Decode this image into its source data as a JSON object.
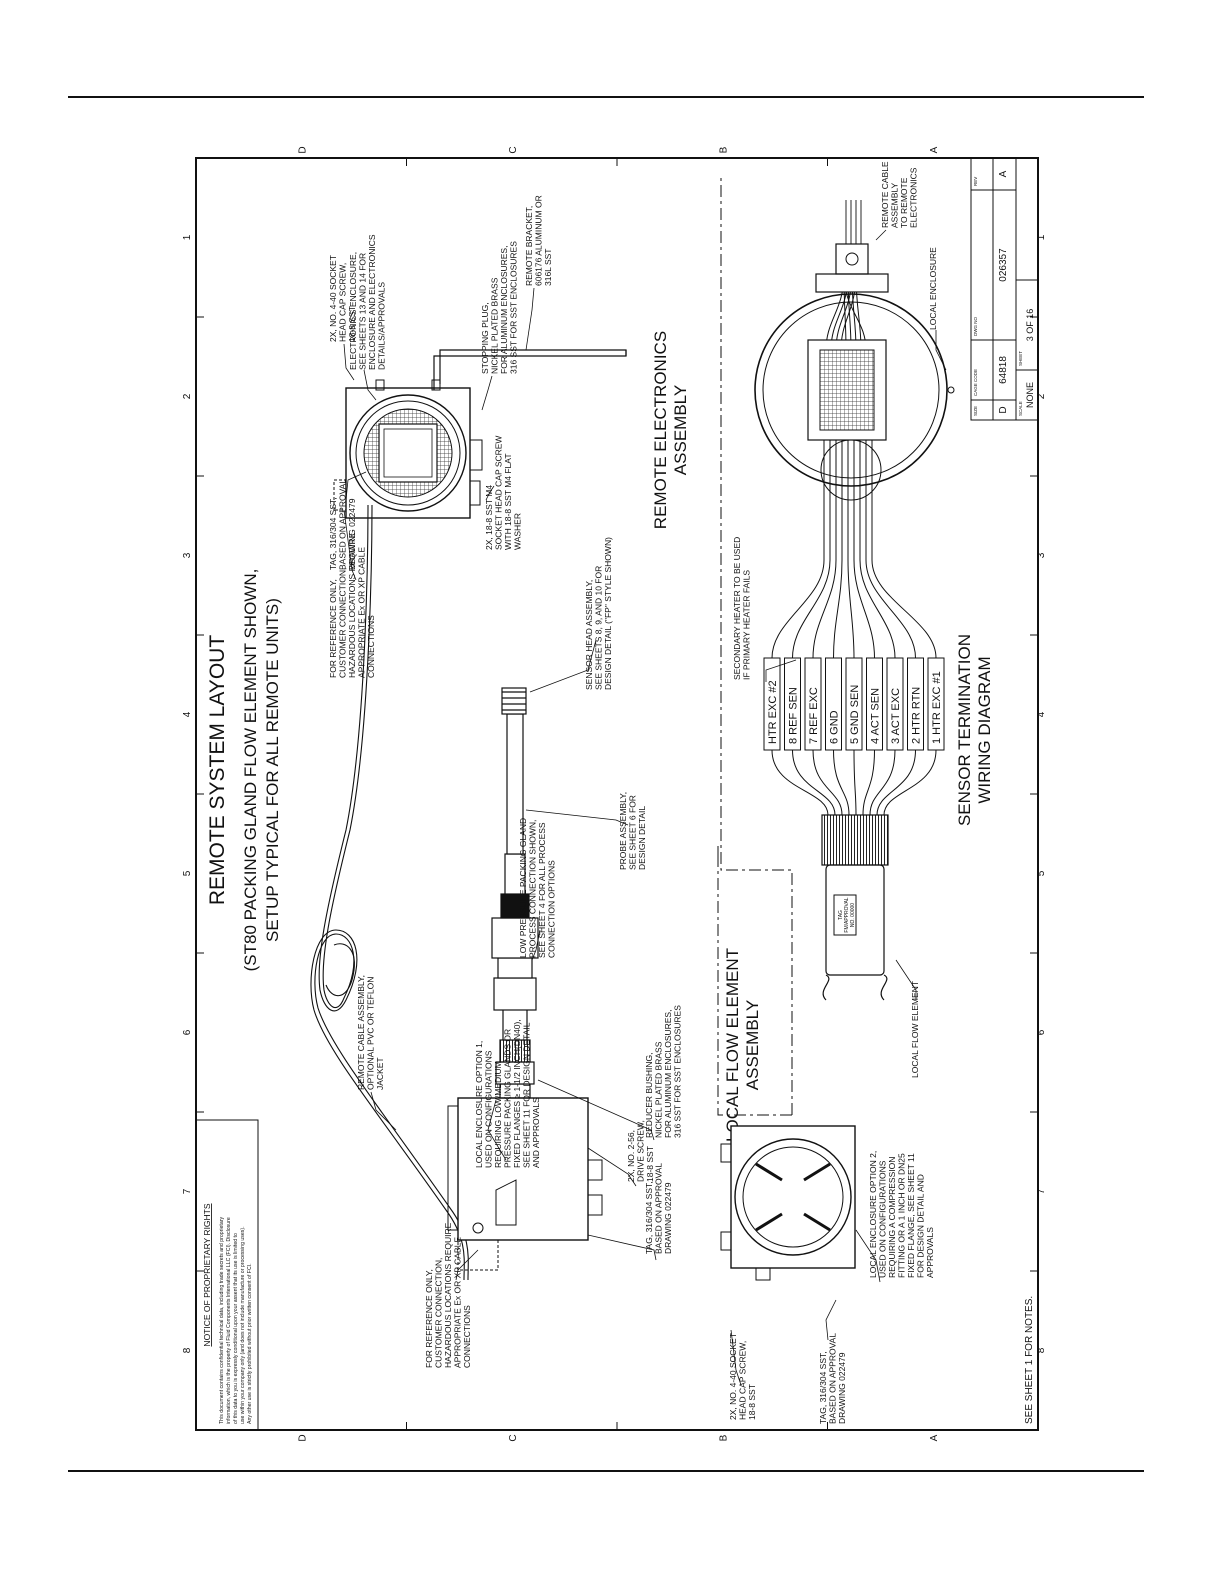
{
  "title": {
    "main": "REMOTE SYSTEM LAYOUT",
    "sub1": "(ST80 PACKING GLAND FLOW ELEMENT SHOWN,",
    "sub2": "SETUP TYPICAL FOR ALL REMOTE UNITS)"
  },
  "section_titles": {
    "remote_1": "REMOTE ELECTRONICS",
    "remote_2": "ASSEMBLY",
    "local_1": "LOCAL FLOW ELEMENT",
    "local_2": "ASSEMBLY",
    "wiring_1": "SENSOR TERMINATION",
    "wiring_2": "WIRING DIAGRAM"
  },
  "zones": {
    "columns": [
      "1",
      "2",
      "3",
      "4",
      "5",
      "6",
      "7",
      "8"
    ],
    "rows": [
      "D",
      "C",
      "B",
      "A"
    ]
  },
  "notice": {
    "title": "NOTICE OF PROPRIETARY RIGHTS",
    "lines": [
      "This document contains confidential technical data, including trade secrets and proprietary",
      "information, which is the property of Fluid Components International LLC (FCI). Disclosure",
      "of this data to you is expressly conditional upon your assent that its use is limited to",
      "use within your company only (and does not include manufacture or processing uses).",
      "Any other use is strictly prohibited without prior written consent of FCI."
    ]
  },
  "callouts": {
    "socket_screw_top": [
      "2X, NO. 4-40 SOCKET",
      "HEAD CAP SCREW,",
      "18-8 SST"
    ],
    "electronics_enclosure": [
      "ELECTRONICS ENCLOSURE,",
      "SEE SHEETS 13 AND 14 FOR",
      "ENCLOSURE AND ELECTRONICS",
      "DETAILS/APPROVALS"
    ],
    "remote_bracket": [
      "REMOTE BRACKET,",
      "606176 ALUMINUM OR",
      "316L SST"
    ],
    "tag_top": [
      "TAG, 316/304 SST,",
      "BASED ON APPROVAL",
      "DRAWING 022479"
    ],
    "stopping_plug": [
      "STOPPING PLUG,",
      "NICKEL PLATED BRASS",
      "FOR ALUMINUM ENCLOSURES,",
      "316 SST FOR SST ENCLOSURES"
    ],
    "m4_screw": [
      "2X, 18-8 SST M4",
      "SOCKET HEAD CAP SCREW",
      "WITH 18-8 SST M4 FLAT",
      "WASHER"
    ],
    "ref_top": [
      "FOR REFERENCE ONLY,",
      "CUSTOMER CONNECTION,",
      "HAZARDOUS LOCATIONS REQUIRE",
      "APPROPRIATE Ex OR XP CABLE",
      "CONNECTIONS"
    ],
    "sensor_head": [
      "SENSOR HEAD ASSEMBLY,",
      "SEE SHEETS 8, 9, AND 10 FOR",
      "DESIGN DETAIL (\"FP\" STYLE SHOWN)"
    ],
    "probe": [
      "PROBE ASSEMBLY,",
      "SEE SHEET 6 FOR",
      "DESIGN DETAIL"
    ],
    "packing_gland": [
      "LOW PRESSURE PACKING GLAND",
      "PROCESS CONNECTION SHOWN,",
      "SEE SHEET 4 FOR ALL PROCESS",
      "CONNECTION OPTIONS"
    ],
    "remote_cable": [
      "REMOTE CABLE ASSEMBLY,",
      "OPTIONAL PVC OR TEFLON",
      "JACKET"
    ],
    "local_opt1": [
      "LOCAL ENCLOSURE OPTION 1,",
      "USED ON CONFIGURATIONS",
      "REQUIRING LOW/MEDIUM",
      "PRESSURE PACKING GLANDS OR",
      "FIXED FLANGES ≥ 1-1/2 INCH(DN40),",
      "SEE SHEET 11 FOR DESIGN DETAIL",
      "AND APPROVALS"
    ],
    "reducer": [
      "REDUCER BUSHING,",
      "NICKEL PLATED BRASS",
      "FOR ALUMINUM ENCLOSURES,",
      "316 SST FOR SST ENCLOSURES"
    ],
    "drive_screw": [
      "2X, NO. 2-56,",
      "DRIVE SCREW,",
      "18-8 SST"
    ],
    "tag_mid": [
      "TAG, 316/304 SST,",
      "BASED ON APPROVAL",
      "DRAWING 022479"
    ],
    "ref_bottom": [
      "FOR REFERENCE ONLY,",
      "CUSTOMER CONNECTION,",
      "HAZARDOUS LOCATIONS REQUIRE",
      "APPROPRIATE Ex OR XP CABLE",
      "CONNECTIONS"
    ],
    "socket_screw_bottom": [
      "2X, NO. 4-40 SOCKET",
      "HEAD CAP SCREW,",
      "18-8 SST"
    ],
    "tag_bottom": [
      "TAG, 316/304 SST,",
      "BASED ON APPROVAL",
      "DRAWING 022479"
    ],
    "local_opt2": [
      "LOCAL ENCLOSURE OPTION 2,",
      "USED ON CONFIGURATIONS",
      "REQUIRING A COMPRESSION",
      "FITTING OR A 1 INCH OR DN25",
      "FIXED FLANGE, SEE SHEET 11",
      "FOR DESIGN DETAIL AND",
      "APPROVALS"
    ],
    "secondary_heater": [
      "SECONDARY HEATER TO BE USED",
      "IF PRIMARY HEATER FAILS"
    ],
    "remote_cable_to": [
      "REMOTE CABLE",
      "ASSEMBLY",
      "TO REMOTE",
      "ELECTRONICS"
    ],
    "local_enclosure": "LOCAL ENCLOSURE",
    "local_flow_element": "LOCAL FLOW ELEMENT"
  },
  "terminals": [
    "HTR EXC #2",
    "8 REF SEN",
    "7 REF EXC",
    "6 GND",
    "5 GND SEN",
    "4 ACT SEN",
    "3 ACT EXC",
    "2 HTR RTN",
    "1 HTR EXC #1"
  ],
  "tag_plate_text": [
    "TAG",
    "FM/APPROVAL",
    "NO. 00000"
  ],
  "see_notes": "SEE SHEET 1 FOR NOTES.",
  "title_block": {
    "size_label": "SIZE",
    "size": "D",
    "cage_label": "CAGE CODE",
    "cage": "64818",
    "dwg_label": "DWG NO",
    "dwg": "026357",
    "rev_label": "REV",
    "rev": "A",
    "scale_label": "SCALE",
    "scale": "NONE",
    "sheet_label": "SHEET",
    "sheet": "3  OF 16"
  }
}
